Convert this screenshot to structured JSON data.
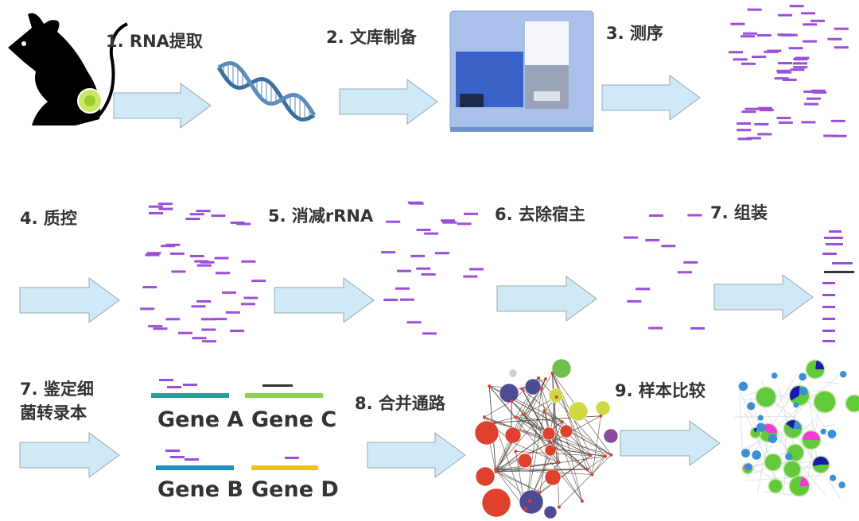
{
  "steps": {
    "s1": "1. RNA提取",
    "s2": "2. 文库制备",
    "s3": "3. 测序",
    "s4": "4. 质控",
    "s5": "5. 消减rRNA",
    "s6": "6. 去除宿主",
    "s7": "7. 组装",
    "s7b_line1": "7. 鉴定细",
    "s7b_line2": "菌转录本",
    "s8": "8. 合并通路",
    "s9": "9. 样本比较"
  },
  "genes": [
    {
      "label": "Gene A",
      "color": "#2a9d9d"
    },
    {
      "label": "Gene C",
      "color": "#8fd14f"
    },
    {
      "label": "Gene B",
      "color": "#1e8fc4"
    },
    {
      "label": "Gene D",
      "color": "#f2c21b"
    }
  ],
  "colors": {
    "arrow_fill": "#cfe9f7",
    "arrow_stroke": "#9aa7b0",
    "read": "#9b4fd8",
    "contig": "#333333",
    "text": "#333333"
  },
  "icons": [
    "mouse-icon",
    "dna-helix-icon",
    "sequencer-icon",
    "network-graph-icon",
    "pie-network-icon"
  ]
}
